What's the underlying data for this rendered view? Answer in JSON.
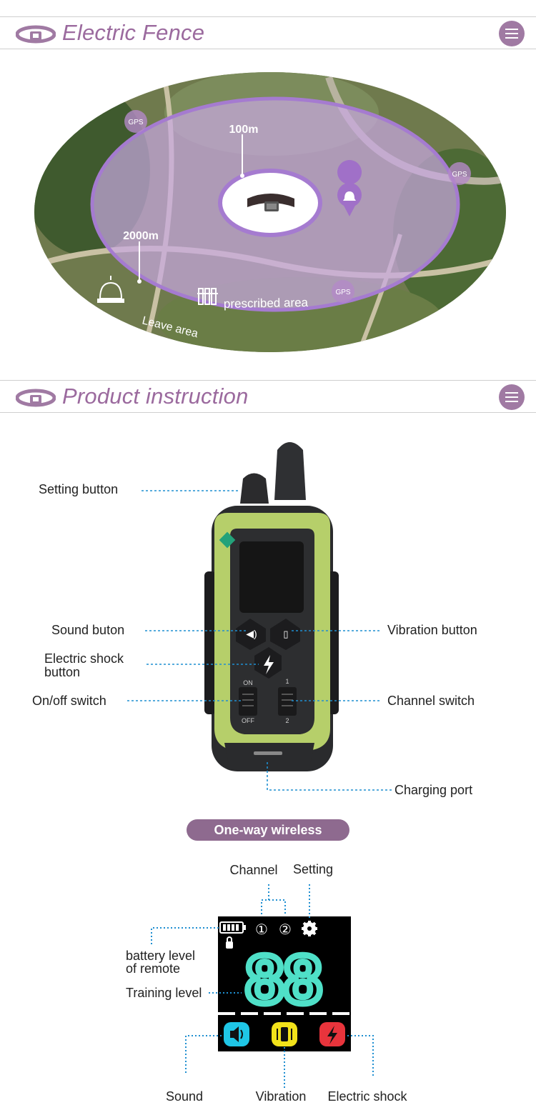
{
  "sections": {
    "fence_title": "Electric Fence",
    "product_title": "Product instruction"
  },
  "map": {
    "inner_radius_label": "100m",
    "outer_radius_label": "2000m",
    "prescribed_label": "prescribed area",
    "leave_label": "Leave area",
    "gps_marker": "GPS"
  },
  "remote": {
    "setting_button": "Setting button",
    "sound_button": "Sound buton",
    "vibration_button": "Vibration button",
    "shock_button_line1": "Electric shock",
    "shock_button_line2": "button",
    "onoff_switch": "On/off switch",
    "channel_switch": "Channel switch",
    "charging_port": "Charging port",
    "switch_on": "ON",
    "switch_off": "OFF",
    "channel_1": "1",
    "channel_2": "2"
  },
  "wireless_badge": "One-way wireless",
  "display": {
    "channel": "Channel",
    "setting": "Setting",
    "battery_line1": "battery level",
    "battery_line2": "of remote",
    "training_level": "Training level",
    "digits": "88",
    "ch1": "①",
    "ch2": "②",
    "sound": "Sound",
    "vibration": "Vibration",
    "electric_shock": "Electric shock"
  },
  "colors": {
    "accent": "#9b6a9e",
    "leader": "#1f8fd1",
    "digits": "#4fe0c8",
    "remote_green": "#b6cf6a",
    "sound_icon": "#1fc6e6",
    "vibration_icon": "#f2e21a",
    "shock_icon": "#e8343c"
  }
}
